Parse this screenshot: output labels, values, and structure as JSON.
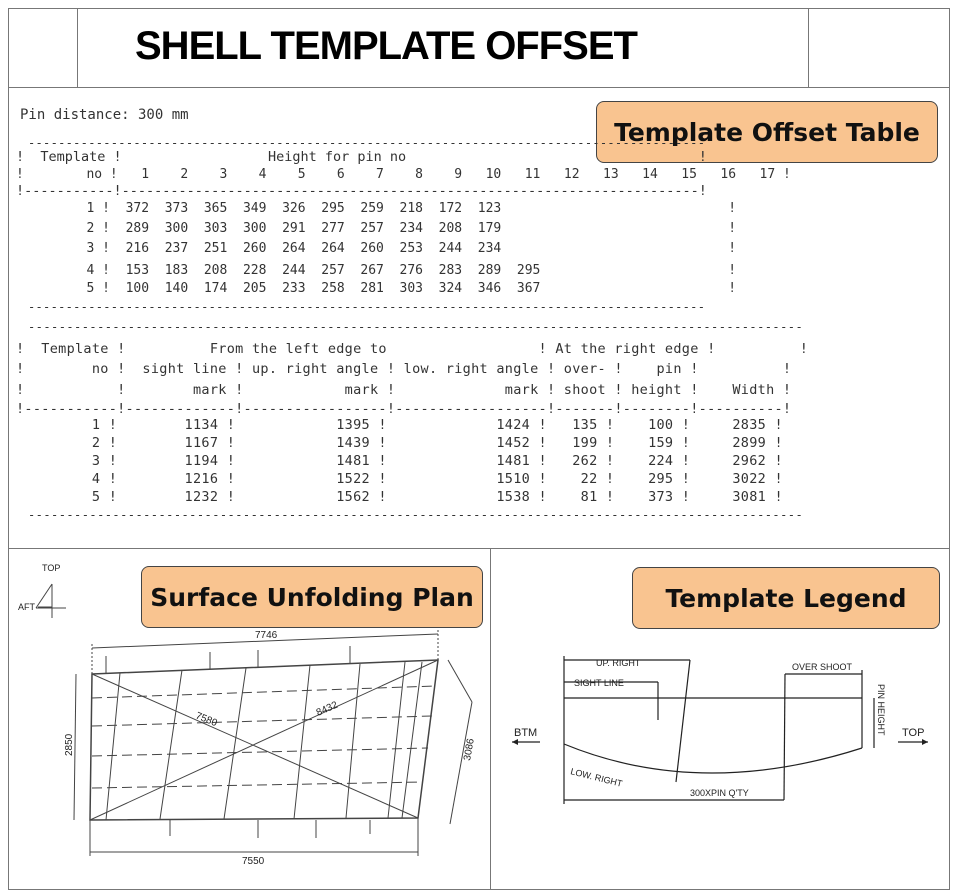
{
  "document": {
    "title": "SHELL TEMPLATE OFFSET",
    "pin_distance": "Pin distance: 300 mm"
  },
  "callouts": {
    "offset_table": "Template Offset Table",
    "unfolding_plan": "Surface Unfolding Plan",
    "legend": "Template Legend"
  },
  "table1": {
    "dash_line": "------------------------------------------------------------------------------------------",
    "header1": "!  Template !                  Height for pin no                                    !",
    "header2": "!        no !   1    2    3    4    5    6    7    8    9   10   11   12   13   14   15   16   17 !",
    "separator": "!-----------!-----------------------------------------------------------------------!",
    "rows": [
      "         1 !  372  373  365  349  326  295  259  218  172  123                             !",
      "         2 !  289  300  303  300  291  277  257  234  208  179                             !",
      "         3 !  216  237  251  260  264  264  260  253  244  234                             !",
      "         4 !  153  183  208  228  244  257  267  276  283  289  295                        !",
      "         5 !  100  140  174  205  233  258  281  303  324  346  367                        !"
    ]
  },
  "table2": {
    "dash_line": "-----------------------------------------------------------------------------------------------------",
    "header1": "!  Template !          From the left edge to                  ! At the right edge !          !",
    "header2": "!        no !  sight line ! up. right angle ! low. right angle ! over- !    pin !          !",
    "header3": "!           !        mark !            mark !             mark ! shoot ! height !    Width !",
    "separator": "!-----------!-------------!-----------------!------------------!-------!--------!----------!",
    "rows": [
      "         1 !        1134 !            1395 !             1424 !   135 !    100 !     2835 !",
      "         2 !        1167 !            1439 !             1452 !   199 !    159 !     2899 !",
      "         3 !        1194 !            1481 !             1481 !   262 !    224 !     2962 !",
      "         4 !        1216 !            1522 !             1510 !    22 !    295 !     3022 !",
      "         5 !        1232 !            1562 !             1538 !    81 !    373 !     3081 !"
    ]
  },
  "plan": {
    "top_label": "TOP",
    "aft_label": "AFT",
    "dim_top": "7746",
    "dim_bottom": "7550",
    "dim_left": "2850",
    "dim_right": "3086",
    "diag1": "7580",
    "diag2": "8432"
  },
  "legend_diagram": {
    "up_right": "UP. RIGHT",
    "sight_line": "SIGHT LINE",
    "over_shoot": "OVER SHOOT",
    "pin_height": "PIN HEIGHT",
    "btm": "BTM",
    "top": "TOP",
    "low_right": "LOW. RIGHT",
    "pin_qty": "300XPIN Q'TY"
  },
  "colors": {
    "callout_fill": "#f9c490",
    "border": "#777777"
  }
}
